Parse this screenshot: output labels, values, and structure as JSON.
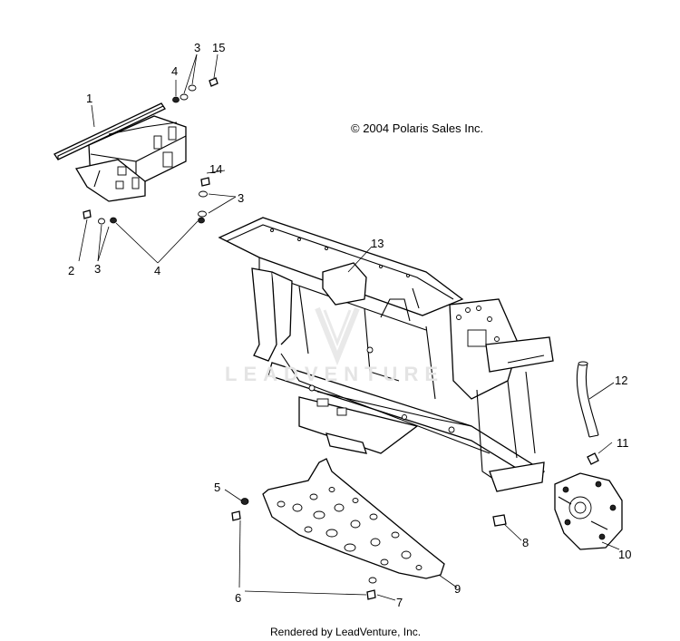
{
  "copyright": "© 2004 Polaris Sales Inc.",
  "footer": "Rendered by LeadVenture, Inc.",
  "watermark": "LEADVENTURE",
  "callouts": [
    "1",
    "2",
    "3",
    "3",
    "3",
    "4",
    "4",
    "5",
    "6",
    "7",
    "8",
    "9",
    "10",
    "11",
    "12",
    "13",
    "14",
    "15"
  ],
  "icons": {
    "watermark_logo": "leadventure-logo"
  }
}
